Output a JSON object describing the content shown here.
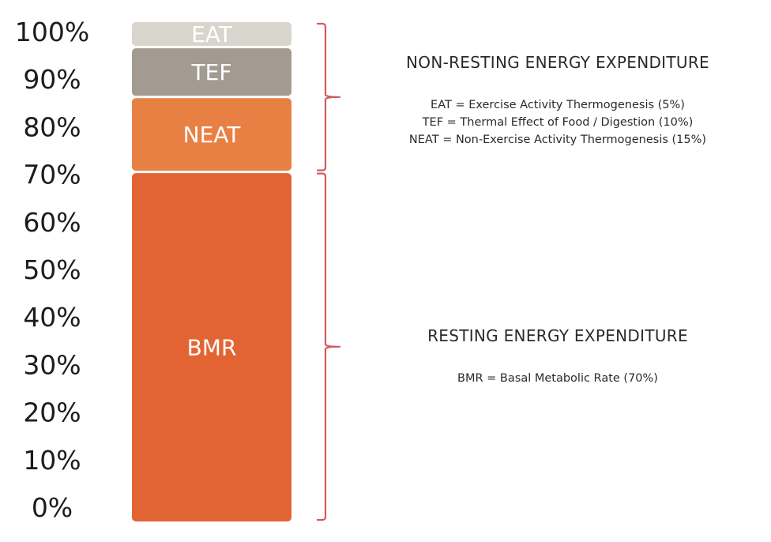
{
  "chart_data": {
    "type": "bar",
    "stacked": true,
    "categories": [
      ""
    ],
    "series": [
      {
        "name": "BMR",
        "values": [
          70
        ],
        "color": "#e36433"
      },
      {
        "name": "NEAT",
        "values": [
          15
        ],
        "color": "#e98043"
      },
      {
        "name": "TEF",
        "values": [
          10
        ],
        "color": "#a39a90"
      },
      {
        "name": "EAT",
        "values": [
          5
        ],
        "color": "#d7d5cc"
      }
    ],
    "ylim": [
      0,
      100
    ],
    "y_ticks": [
      "0%",
      "10%",
      "20%",
      "30%",
      "40%",
      "50%",
      "60%",
      "70%",
      "80%",
      "90%",
      "100%"
    ],
    "grid": false,
    "legend": "none",
    "brace_color": "#d25a5f",
    "annotations": [
      {
        "title": "NON-RESTING ENERGY EXPENDITURE",
        "range": [
          70,
          100
        ],
        "lines": [
          "EAT = Exercise Activity Thermogenesis (5%)",
          "TEF = Thermal Effect of Food / Digestion (10%)",
          "NEAT = Non-Exercise Activity Thermogenesis (15%)"
        ]
      },
      {
        "title": "RESTING ENERGY EXPENDITURE",
        "range": [
          0,
          70
        ],
        "lines": [
          "BMR = Basal Metabolic Rate (70%)"
        ]
      }
    ]
  }
}
